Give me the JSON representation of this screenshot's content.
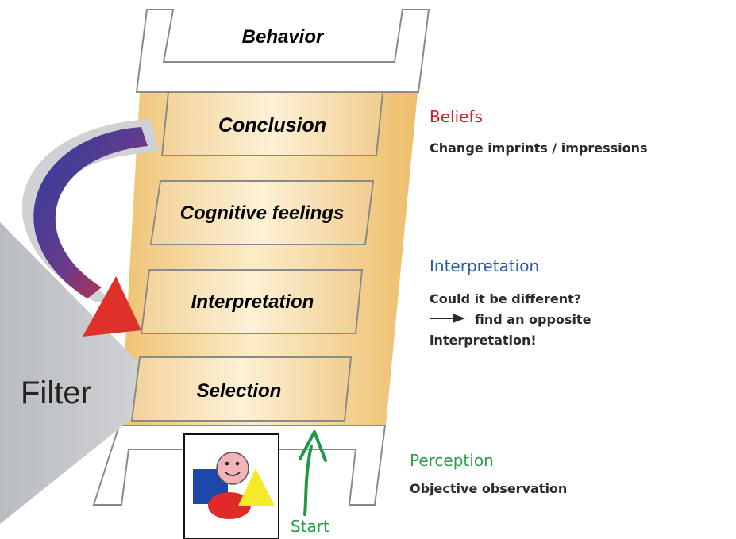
{
  "ladder": {
    "top": "Behavior",
    "rungs": {
      "conclusion": "Conclusion",
      "feelings": "Cognitive feelings",
      "interpretation": "Interpretation",
      "selection": "Selection"
    }
  },
  "filter_label": "Filter",
  "start_label": "Start",
  "sections": {
    "beliefs": {
      "title": "Beliefs",
      "text": "Change imprints / impressions",
      "color": "#d0202a"
    },
    "interpretation": {
      "title": "Interpretation",
      "line1": "Could it be different?",
      "line2": "find an opposite",
      "line3": "interpretation!",
      "color": "#2b5aa7"
    },
    "perception": {
      "title": "Perception",
      "text": "Objective observation",
      "color": "#2e9d4c"
    }
  },
  "colors": {
    "ladder_band": "#f5d08a",
    "ladder_outline": "#8a8a8a",
    "filter_gray": "#c6c8cb",
    "arrow_blue": "#2440a0",
    "arrow_red": "#e0302a",
    "start_arrow": "#1e9a45"
  }
}
